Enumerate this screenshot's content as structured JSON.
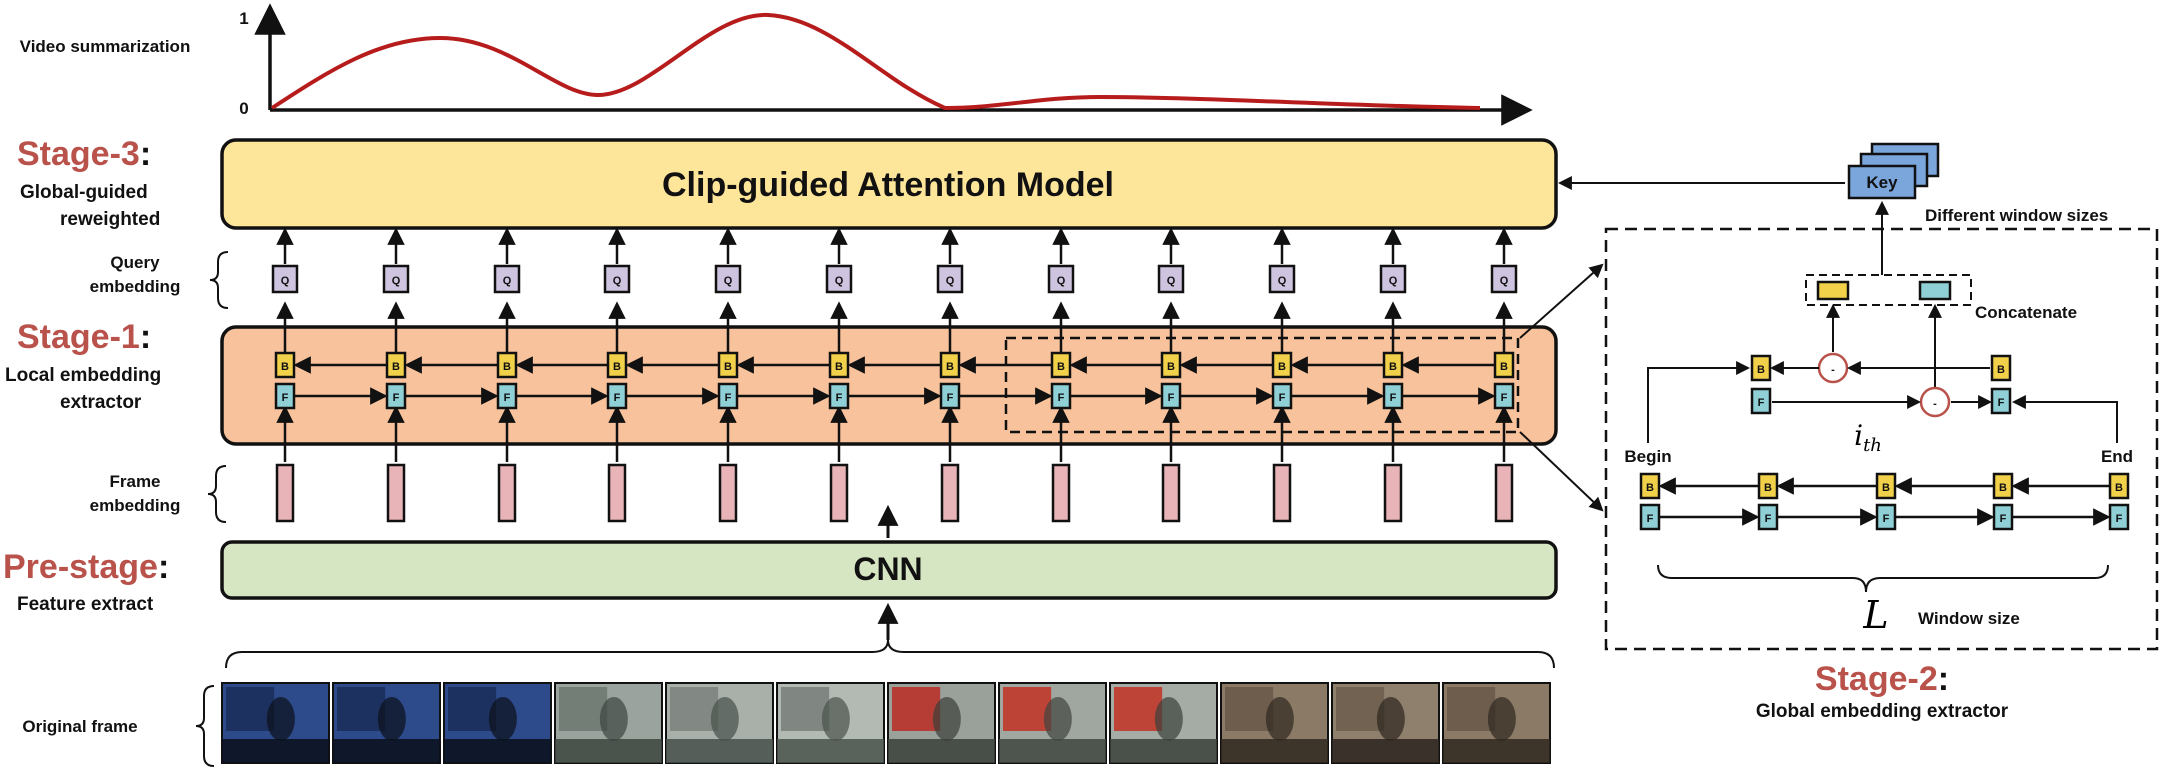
{
  "colors": {
    "stage": "#b9524a",
    "curve": "#b71c1c",
    "attention_box": "#fde59a",
    "local_box": "#f8c39c",
    "cnn_box": "#d7e6c2",
    "query": "#cfc4df",
    "frame_embedding": "#e8b4b8",
    "backward": "#f2d14a",
    "forward": "#8fcfd6",
    "key": "#7aa6dc"
  },
  "video_summarization": {
    "label": "Video summarization",
    "y_max": "1",
    "y_min": "0"
  },
  "stage3": {
    "title": "Stage-3",
    "colon": ":",
    "subtitle_line1": "Global-guided",
    "subtitle_line2": "reweighted",
    "box_label": "Clip-guided Attention Model"
  },
  "query_embedding": {
    "line1": "Query",
    "line2": "embedding",
    "cell": "Q"
  },
  "stage1": {
    "title": "Stage-1",
    "colon": ":",
    "subtitle_line1": "Local embedding",
    "subtitle_line2": "extractor",
    "b_cell": "B",
    "f_cell": "F"
  },
  "frame_embedding": {
    "line1": "Frame",
    "line2": "embedding"
  },
  "prestage": {
    "title": "Pre-stage",
    "colon": ":",
    "subtitle": "Feature extract",
    "box_label": "CNN"
  },
  "original_frame": {
    "label": "Original frame"
  },
  "stage2": {
    "title": "Stage-2",
    "colon": ":",
    "subtitle": "Global embedding extractor",
    "key": "Key",
    "different_window_sizes": "Different window sizes",
    "concatenate": "Concatenate",
    "ith": "i",
    "ith_sub": "th",
    "begin": "Begin",
    "end": "End",
    "minus": "-",
    "L": "L",
    "window_size": "Window size"
  }
}
